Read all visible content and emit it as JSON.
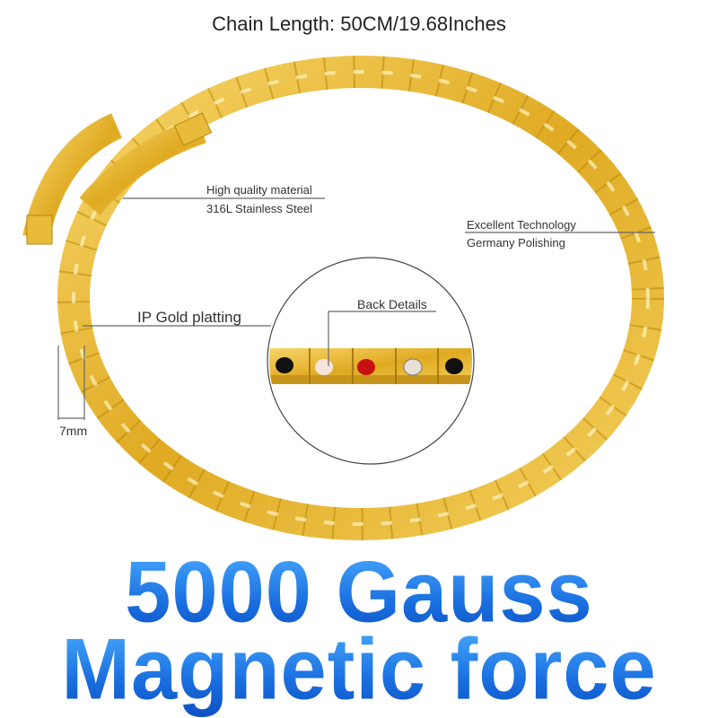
{
  "title": "Chain Length: 50CM/19.68Inches",
  "callouts": {
    "material_line1": "High quality material",
    "material_line2": "316L Stainless Steel",
    "tech_line1": "Excellent Technology",
    "tech_line2": "Germany Polishing",
    "plating": "IP Gold platting",
    "back": "Back Details",
    "width": "7mm"
  },
  "headline": {
    "line1": "5000 Gauss",
    "line2": "Magnetic force"
  },
  "colors": {
    "gold": "#e8b930",
    "blue": "#1a6fe0"
  }
}
